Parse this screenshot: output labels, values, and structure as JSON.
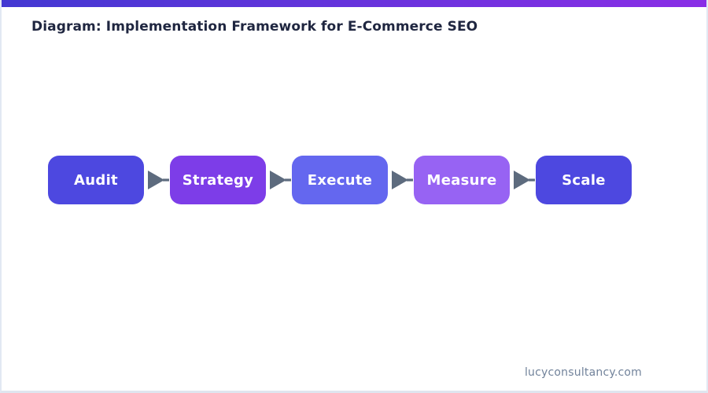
{
  "page": {
    "title": "Diagram: Implementation Framework for E-Commerce SEO",
    "footer": "lucyconsultancy.com"
  },
  "colors": {
    "topbar_gradient_start": "#4338d2",
    "topbar_gradient_end": "#8a2ee6",
    "title_text": "#1f2640",
    "footer_text": "#72839b",
    "arrow": "#5d6b7e",
    "step_text": "#ffffff"
  },
  "diagram": {
    "steps": [
      {
        "label": "Audit",
        "color": "#4d48e0"
      },
      {
        "label": "Strategy",
        "color": "#7d3de8"
      },
      {
        "label": "Execute",
        "color": "#6467ef"
      },
      {
        "label": "Measure",
        "color": "#9763f3"
      },
      {
        "label": "Scale",
        "color": "#4d48e0"
      }
    ],
    "arrow_icon": "right-arrow-icon"
  }
}
